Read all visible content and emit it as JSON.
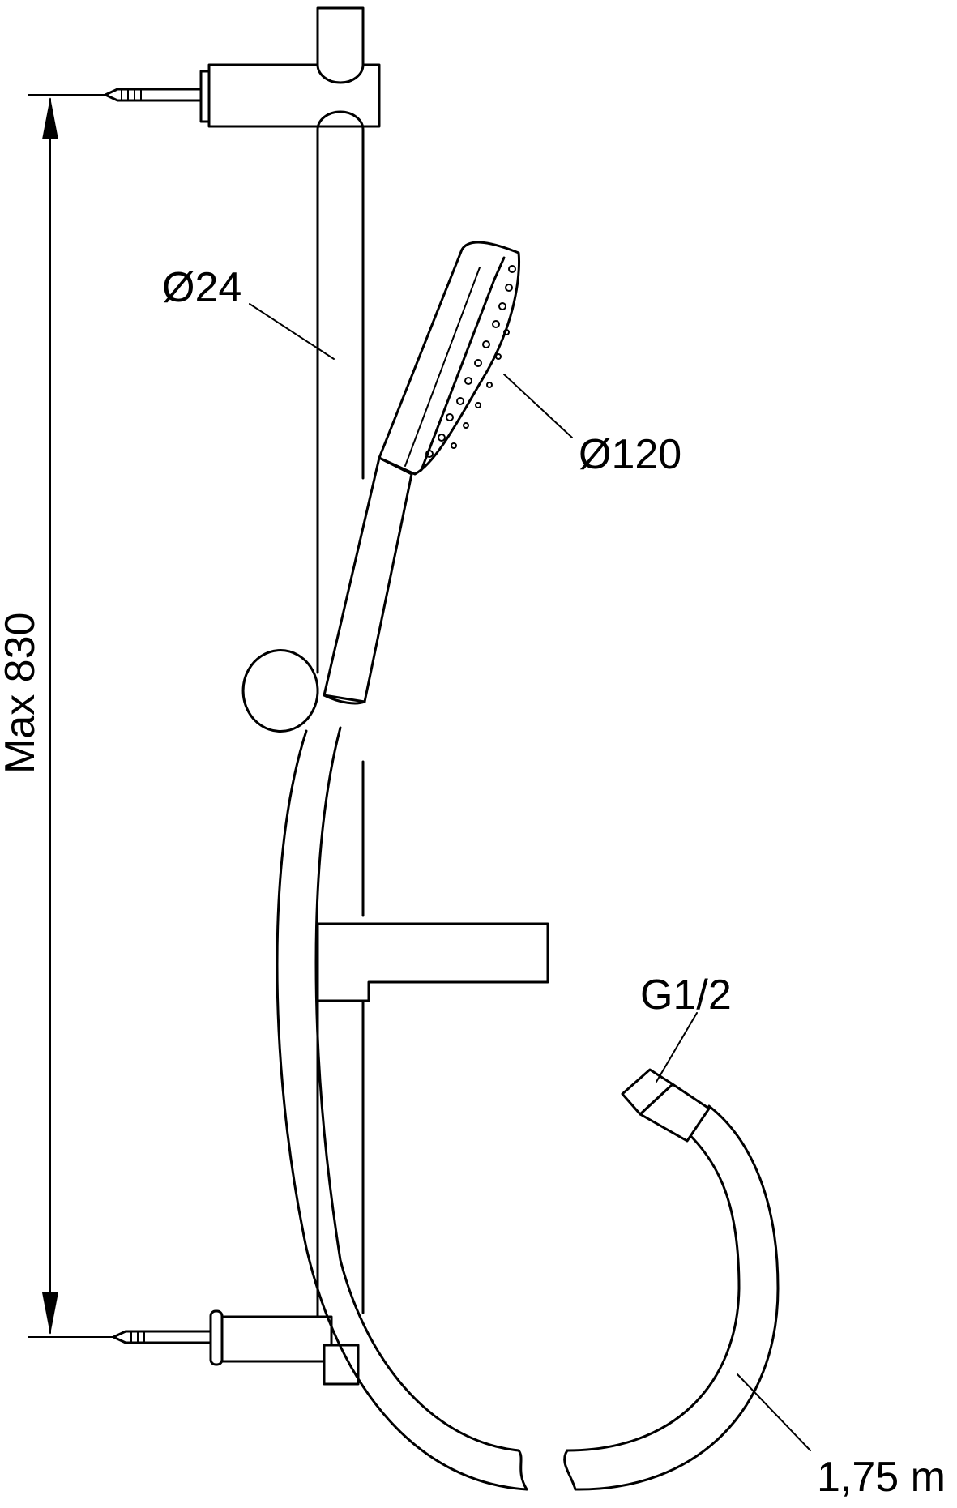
{
  "labels": {
    "max_height": "Max 830",
    "rail_diameter": "Ø24",
    "head_diameter": "Ø120",
    "thread": "G1/2",
    "hose_length": "1,75 m"
  }
}
